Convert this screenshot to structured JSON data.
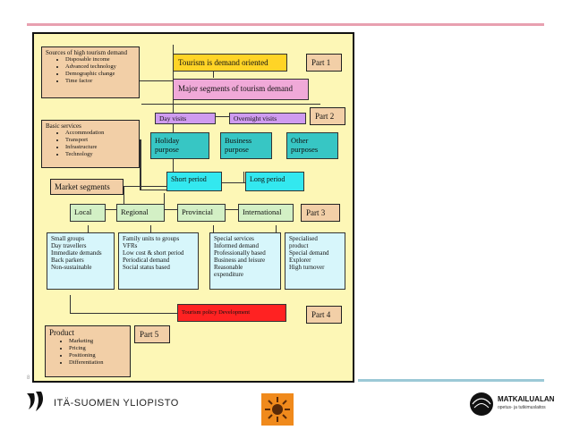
{
  "sources": {
    "title": "Sources of high tourism demand",
    "items": [
      "Disposable income",
      "Advanced technology",
      "Demographic change",
      "Time factor"
    ]
  },
  "basic_services": {
    "title": "Basic services",
    "items": [
      "Accommodation",
      "Transport",
      "Infrastructure",
      "Technology"
    ]
  },
  "market_segments": "Market segments",
  "demand_oriented": "Tourism is demand oriented",
  "major_segments": "Major segments of tourism demand",
  "parts": [
    "Part 1",
    "Part 2",
    "Part 3",
    "Part 4",
    "Part 5"
  ],
  "visits": {
    "day": "Day visits",
    "overnight": "Overnight visits"
  },
  "purposes": {
    "holiday": [
      "Holiday",
      "purpose"
    ],
    "business": [
      "Business",
      "purpose"
    ],
    "other": [
      "Other",
      "purposes"
    ]
  },
  "periods": {
    "short": "Short period",
    "long": "Long period"
  },
  "levels": [
    "Local",
    "Regional",
    "Provincial",
    "International"
  ],
  "level_details": [
    [
      "Small groups",
      "Day travellers",
      "Immediate demands",
      "Back parkers",
      "Non-sustainable"
    ],
    [
      "Family units to groups",
      "VFRs",
      "Low cost & short period",
      "Periodical demand",
      "Social status based"
    ],
    [
      "Special services",
      "Informed demand",
      "Professionally based",
      "Business and leisure",
      "Reasonable",
      "expenditure"
    ],
    [
      "Specialised",
      "product",
      "Special demand",
      "Explorer",
      "High turnover"
    ]
  ],
  "policy": "Tourism policy Development",
  "product": {
    "title": "Product",
    "items": [
      "Marketing",
      "Pricing",
      "Positioning",
      "Differentiation"
    ]
  },
  "footer": {
    "university": "ITÄ-SUOMEN YLIOPISTO",
    "right_logo_line1": "MATKAILUALAN",
    "right_logo_line2": "opetus- ja tutkimuslaitos",
    "page_marker": "8"
  },
  "colors": {
    "background": "#fdf7b6",
    "top_rule": "#e8a0b0",
    "bottom_rule": "#9cc9d6"
  }
}
